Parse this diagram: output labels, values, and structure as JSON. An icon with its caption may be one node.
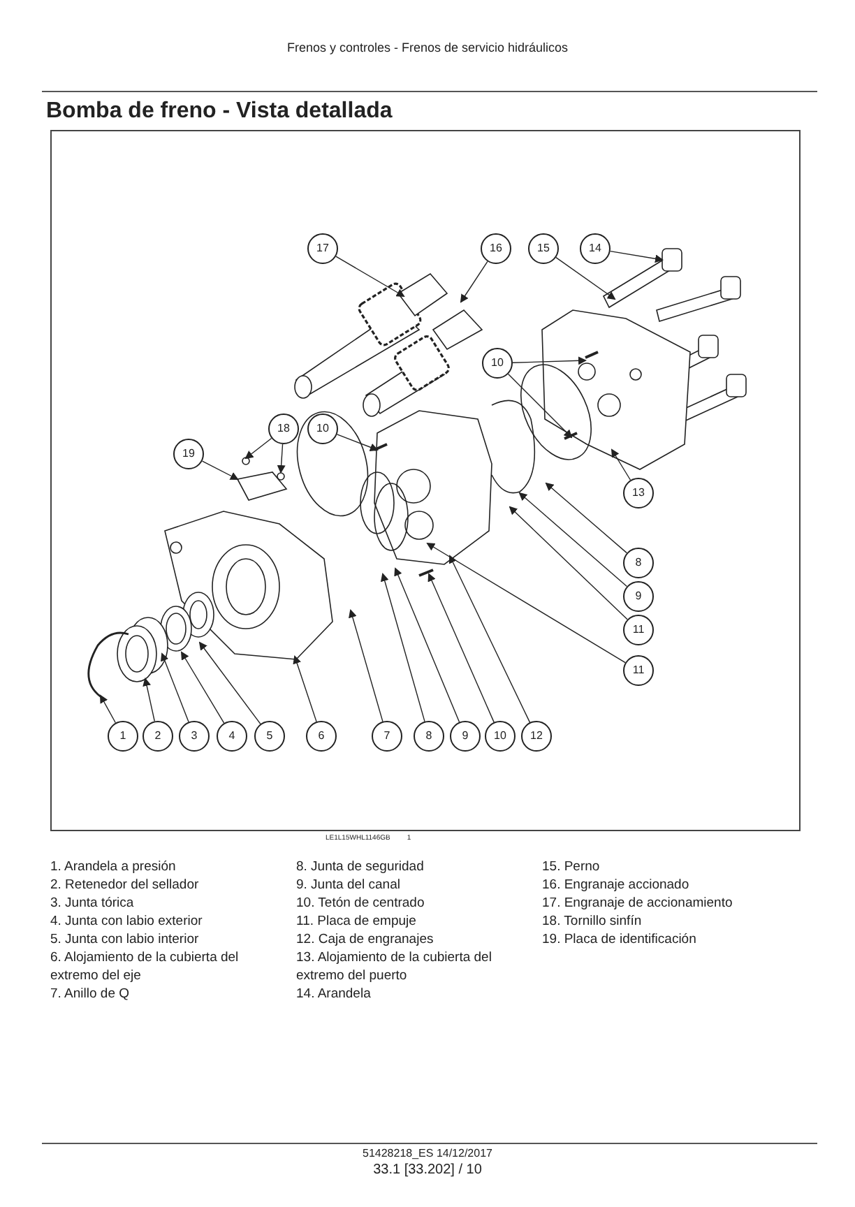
{
  "diagram": {
    "title": "Bomba de freno - Vista detallada",
    "nodes": [
      {
        "text": [
          "17"
        ]
      },
      {
        "text": [
          "16"
        ]
      },
      {
        "text": [
          "15"
        ]
      },
      {
        "text": [
          "14"
        ]
      },
      {
        "text": [
          "10"
        ]
      },
      {
        "text": [
          "18"
        ]
      },
      {
        "text": [
          "10"
        ]
      },
      {
        "text": [
          "19"
        ]
      },
      {
        "text": [
          "13"
        ]
      },
      {
        "text": [
          "8"
        ]
      },
      {
        "text": [
          "9"
        ]
      },
      {
        "text": [
          "11"
        ]
      },
      {
        "text": [
          "11"
        ]
      },
      {
        "text": [
          "1"
        ]
      },
      {
        "text": [
          "2"
        ]
      },
      {
        "text": [
          "3"
        ]
      },
      {
        "text": [
          "4"
        ]
      },
      {
        "text": [
          "5"
        ]
      },
      {
        "text": [
          "6"
        ]
      },
      {
        "text": [
          "7"
        ]
      },
      {
        "text": [
          "8"
        ]
      },
      {
        "text": [
          "9"
        ]
      },
      {
        "text": [
          "10"
        ]
      },
      {
        "text": [
          "12"
        ]
      }
    ],
    "edges": [
      {
        "from": 0,
        "to": null,
        "arrow": "to"
      },
      {
        "from": 1,
        "to": null,
        "arrow": "to"
      },
      {
        "from": 2,
        "to": null,
        "arrow": "to"
      },
      {
        "from": 3,
        "to": null,
        "arrow": "to"
      },
      {
        "from": 4,
        "to": null,
        "arrow": "to"
      },
      {
        "from": 4,
        "to": null,
        "arrow": "to"
      },
      {
        "from": 5,
        "to": null,
        "arrow": "to"
      },
      {
        "from": 5,
        "to": null,
        "arrow": "to"
      },
      {
        "from": 6,
        "to": null,
        "arrow": "to"
      },
      {
        "from": 7,
        "to": null,
        "arrow": "to"
      },
      {
        "from": 8,
        "to": null,
        "arrow": "to"
      },
      {
        "from": 9,
        "to": null,
        "arrow": "to"
      },
      {
        "from": 10,
        "to": null,
        "arrow": "to"
      },
      {
        "from": 11,
        "to": null,
        "arrow": "to"
      },
      {
        "from": 12,
        "to": null,
        "arrow": "to"
      },
      {
        "from": 13,
        "to": null,
        "arrow": "to"
      },
      {
        "from": 14,
        "to": null,
        "arrow": "to"
      },
      {
        "from": 15,
        "to": null,
        "arrow": "to"
      },
      {
        "from": 16,
        "to": null,
        "arrow": "to"
      },
      {
        "from": 17,
        "to": null,
        "arrow": "to"
      },
      {
        "from": 18,
        "to": null,
        "arrow": "to"
      },
      {
        "from": 19,
        "to": null,
        "arrow": "to"
      },
      {
        "from": 20,
        "to": null,
        "arrow": "to"
      },
      {
        "from": 21,
        "to": null,
        "arrow": "to"
      },
      {
        "from": 22,
        "to": null,
        "arrow": "to"
      },
      {
        "from": 23,
        "to": null,
        "arrow": "to"
      }
    ],
    "labels": [
      "Frenos y controles - Frenos de servicio hidráulicos",
      "LE1L15WHL1146GB",
      "1",
      "1. Arandela a presión",
      "2. Retenedor del sellador",
      "3. Junta tórica",
      "4. Junta con labio exterior",
      "5. Junta con labio interior",
      "6. Alojamiento de la cubierta del extremo del eje",
      "7. Anillo de Q",
      "8. Junta de seguridad",
      "9. Junta del canal",
      "10. Tetón de centrado",
      "11. Placa de empuje",
      "12. Caja de engranajes",
      "13. Alojamiento de la cubierta del extremo del puerto",
      "14. Arandela",
      "15. Perno",
      "16. Engranaje accionado",
      "17. Engranaje de accionamiento",
      "18. Tornillo sinfín",
      "19. Placa de identificación",
      "51428218_ES 14/12/2017",
      "33.1 [33.202] / 10"
    ]
  }
}
